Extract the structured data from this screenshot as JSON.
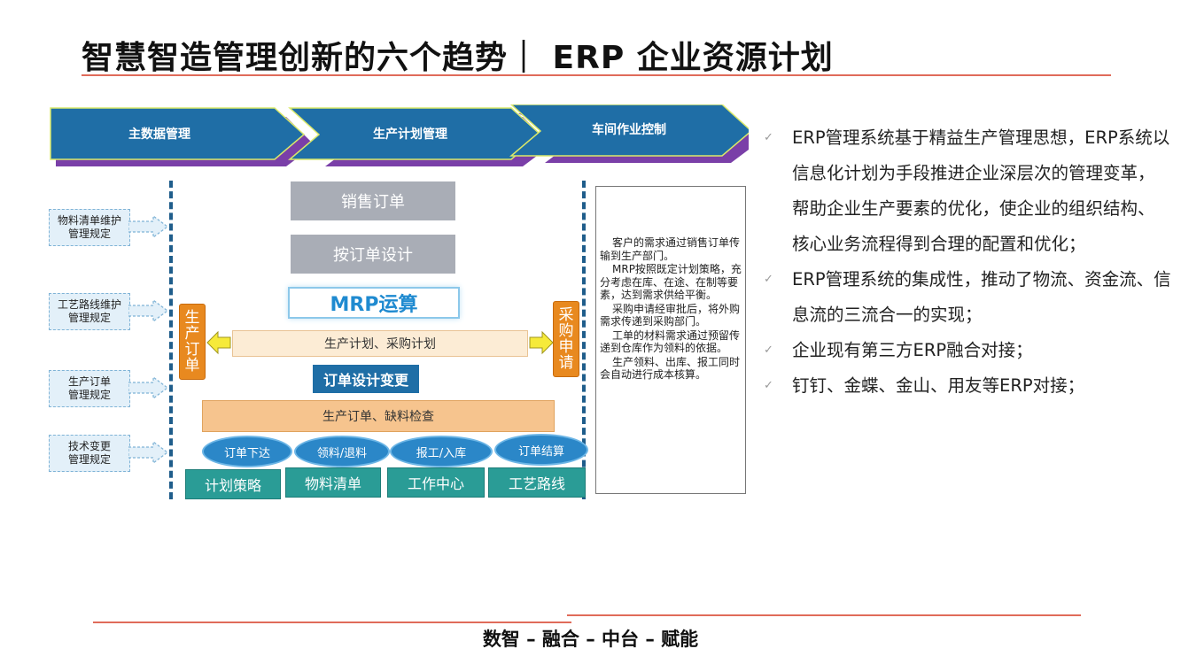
{
  "title": "智慧智造管理创新的六个趋势｜ ERP 企业资源计划",
  "diagram": {
    "headers": [
      "主数据管理",
      "生产计划管理",
      "车间作业控制"
    ],
    "left_boxes": [
      "物料清单维护\n管理规定",
      "工艺路线维护\n管理规定",
      "生产订单\n管理规定",
      "技术变更\n管理规定"
    ],
    "sales_order": "销售订单",
    "design_by_order": "按订单设计",
    "mrp": "MRP运算",
    "left_vertical": "生\n产\n订\n单",
    "right_vertical": "采\n购\n申\n请",
    "plan_bar": "生产计划、采购计划",
    "design_change": "订单设计变更",
    "order_bar": "生产订单、缺料检查",
    "ellipses": [
      "订单下达",
      "领料/退料",
      "报工/入库",
      "订单结算"
    ],
    "teal_boxes": [
      "计划策略",
      "物料清单",
      "工作中心",
      "工艺路线"
    ],
    "desc": [
      "客户的需求通过销售订单传输到生产部门。",
      "MRP按照既定计划策略，充分考虑在库、在途、在制等要素，达到需求供给平衡。",
      "采购申请经审批后，将外购需求传递到采购部门。",
      "工单的材料需求通过预留传递到仓库作为领料的依据。",
      "生产领料、出库、报工同时会自动进行成本核算。"
    ]
  },
  "bullets": [
    "ERP管理系统基于精益生产管理思想，ERP系统以信息化计划为手段推进企业深层次的管理变革，帮助企业生产要素的优化，使企业的组织结构、核心业务流程得到合理的配置和优化；",
    "ERP管理系统的集成性，推动了物流、资金流、信息流的三流合一的实现；",
    "企业现有第三方ERP融合对接；",
    "钉钉、金蝶、金山、用友等ERP对接；"
  ],
  "footer": "数智 – 融合 – 中台 – 赋能",
  "colors": {
    "header_blue": "#1f6ea6",
    "header_purple": "#7a3fa8",
    "accent_red": "#e06b5a",
    "orange": "#e8891f",
    "teal": "#2a9c96"
  }
}
